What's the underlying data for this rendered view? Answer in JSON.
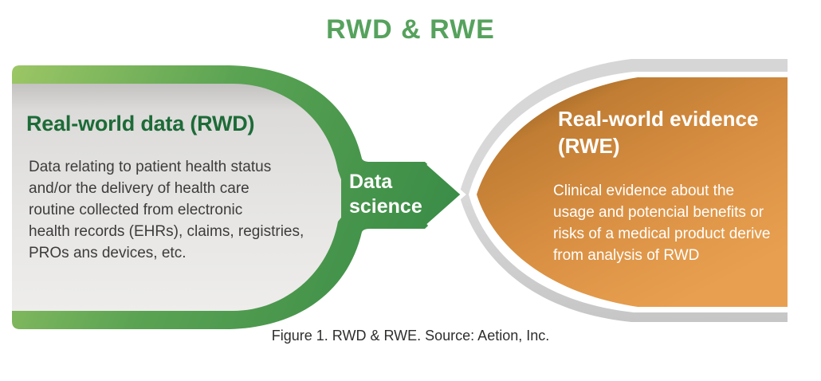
{
  "title": "RWD & RWE",
  "left_panel": {
    "heading": "Real-world data (RWD)",
    "body": "Data relating to patient health status\nand/or the delivery of health care\nroutine collected from electronic\nhealth records (EHRs), claims, registries,\nPROs ans devices, etc."
  },
  "connector": {
    "label": "Data\nscience"
  },
  "right_panel": {
    "heading": "Real-world evidence\n(RWE)",
    "body": "Clinical evidence about the\nusage and potencial benefits or\nrisks of a medical product derive\nfrom analysis of RWD"
  },
  "caption": "Figure 1. RWD & RWE. Source: Aetion, Inc.",
  "colors": {
    "title_green": "#56a25d",
    "heading_green": "#1d6b38",
    "body_text": "#3d3c3c",
    "band_green_light": "#9bc665",
    "band_green_dark": "#3a8c47",
    "panel_gray_fill": "#e6e5e3",
    "band_silver": "#cccccc",
    "panel_orange": "#d98f42",
    "connector_text": "#ffffff",
    "caption_text": "#2f2e2d"
  }
}
